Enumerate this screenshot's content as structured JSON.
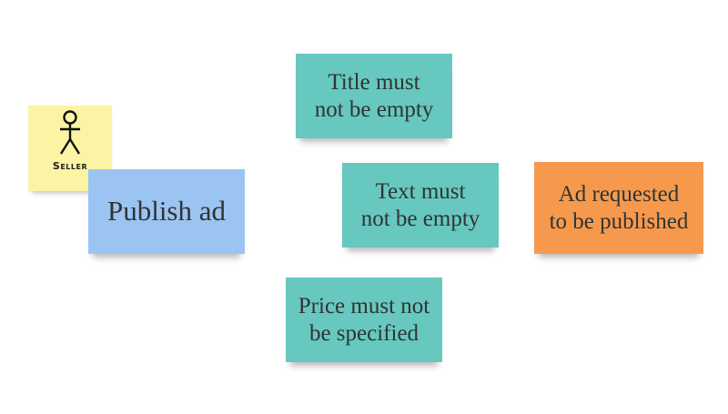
{
  "actor": {
    "role_label": "Seller",
    "icon": "stick-figure-icon"
  },
  "command": {
    "label": "Publish ad"
  },
  "rules": [
    {
      "label": "Title must\nnot be empty"
    },
    {
      "label": "Text must\nnot be empty"
    },
    {
      "label": "Price must not\nbe specified"
    }
  ],
  "event": {
    "label": "Ad requested\nto be published"
  },
  "colors": {
    "actor": "#fbf4a4",
    "command": "#9cc4f2",
    "rule": "#67c8bf",
    "event": "#f7994d"
  }
}
